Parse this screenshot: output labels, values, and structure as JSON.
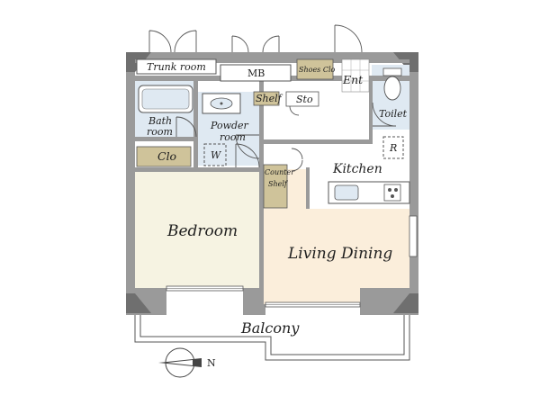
{
  "rooms": {
    "trunk_room": "Trunk room",
    "mb": "MB",
    "shoes_clo": "Shoes Clo",
    "ent": "Ent",
    "bath": "Bath",
    "bath_room": "room",
    "shelf": "Shelf",
    "sto": "Sto",
    "toilet": "Toilet",
    "powder": "Powder",
    "powder_room": "room",
    "w": "W",
    "r": "R",
    "clo": "Clo",
    "counter": "Counter",
    "counter_shelf": "Shelf",
    "kitchen": "Kitchen",
    "bedroom": "Bedroom",
    "living_dining": "Living Dining",
    "balcony": "Balcony"
  },
  "compass": {
    "north_label": "N"
  },
  "colors": {
    "wall": "#9a9a9a",
    "bedroom_floor": "#f6f3e2",
    "living_floor": "#fbeedb",
    "wet_floor": "#dfe9f2",
    "storage": "#cfc39a"
  }
}
